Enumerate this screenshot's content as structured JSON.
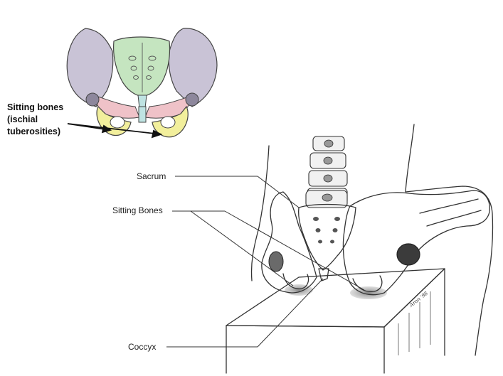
{
  "inset": {
    "label_lines": [
      "Sitting bones",
      "(ischial",
      "tuberosities)"
    ],
    "colors": {
      "ilium": "#c9c3d6",
      "sacrum": "#c5e5c0",
      "pubis": "#efc2c8",
      "ischium": "#f2ef9c",
      "coccyx": "#bfe3e2",
      "outline": "#444444"
    }
  },
  "main": {
    "labels": {
      "sacrum": "Sacrum",
      "sitting_bones": "Sitting Bones",
      "coccyx": "Coccyx"
    },
    "signature": "Aron '98"
  }
}
